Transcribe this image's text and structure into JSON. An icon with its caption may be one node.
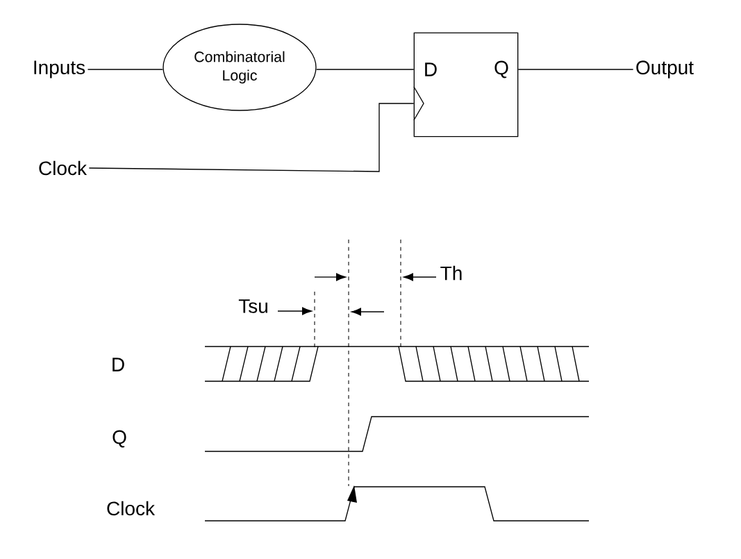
{
  "diagram": {
    "nodes": [
      {
        "text": [
          "Inputs"
        ]
      },
      {
        "text": [
          "Combinatorial Logic"
        ]
      },
      {
        "text": [
          "D",
          "Q"
        ]
      },
      {
        "text": [
          "Output"
        ]
      },
      {
        "text": [
          "Clock"
        ]
      }
    ],
    "edges": [
      {
        "from": 0,
        "to": 1,
        "arrow": "none"
      },
      {
        "from": 1,
        "to": 2,
        "arrow": "none"
      },
      {
        "from": 2,
        "to": 3,
        "arrow": "none"
      },
      {
        "from": 4,
        "to": 2,
        "arrow": "none"
      }
    ],
    "labels": [
      "Tsu",
      "Th",
      "D",
      "Q",
      "Clock"
    ]
  }
}
